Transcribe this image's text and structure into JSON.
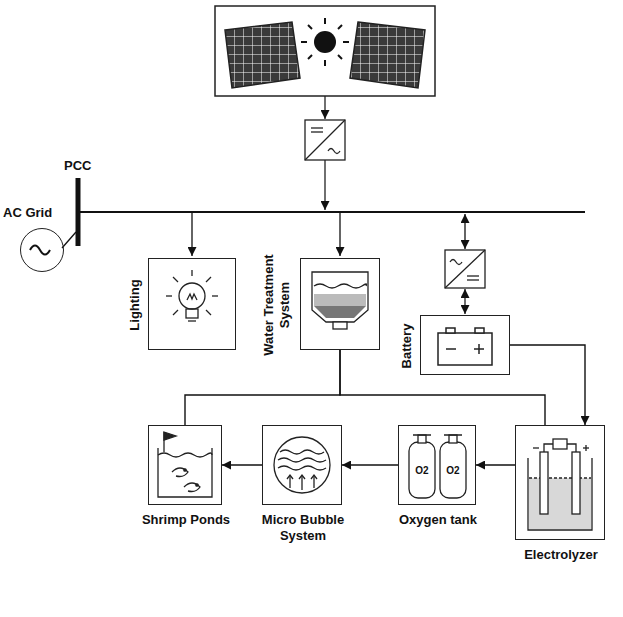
{
  "diagram": {
    "nodes": [
      {
        "text": [
          "AC Grid"
        ]
      },
      {
        "text": [
          "Lighting"
        ]
      },
      {
        "text": [
          "Water Treatment System"
        ]
      },
      {
        "text": [
          "Battery"
        ]
      },
      {
        "text": [
          "Shrimp Ponds"
        ]
      },
      {
        "text": [
          "Micro Bubble System"
        ]
      },
      {
        "text": [
          "Oxygen tank"
        ]
      },
      {
        "text": [
          "Electrolyzer"
        ]
      }
    ],
    "edges": [
      {
        "from": 3,
        "to": 7,
        "arrow": "to"
      },
      {
        "from": 2,
        "to": 4,
        "arrow": "none"
      },
      {
        "from": 2,
        "to": 7,
        "arrow": "none"
      },
      {
        "from": 7,
        "to": 6,
        "arrow": "to"
      },
      {
        "from": 6,
        "to": 5,
        "arrow": "to"
      },
      {
        "from": 5,
        "to": 4,
        "arrow": "to"
      }
    ],
    "labels": [
      "PCC",
      "O2",
      "O2"
    ]
  }
}
